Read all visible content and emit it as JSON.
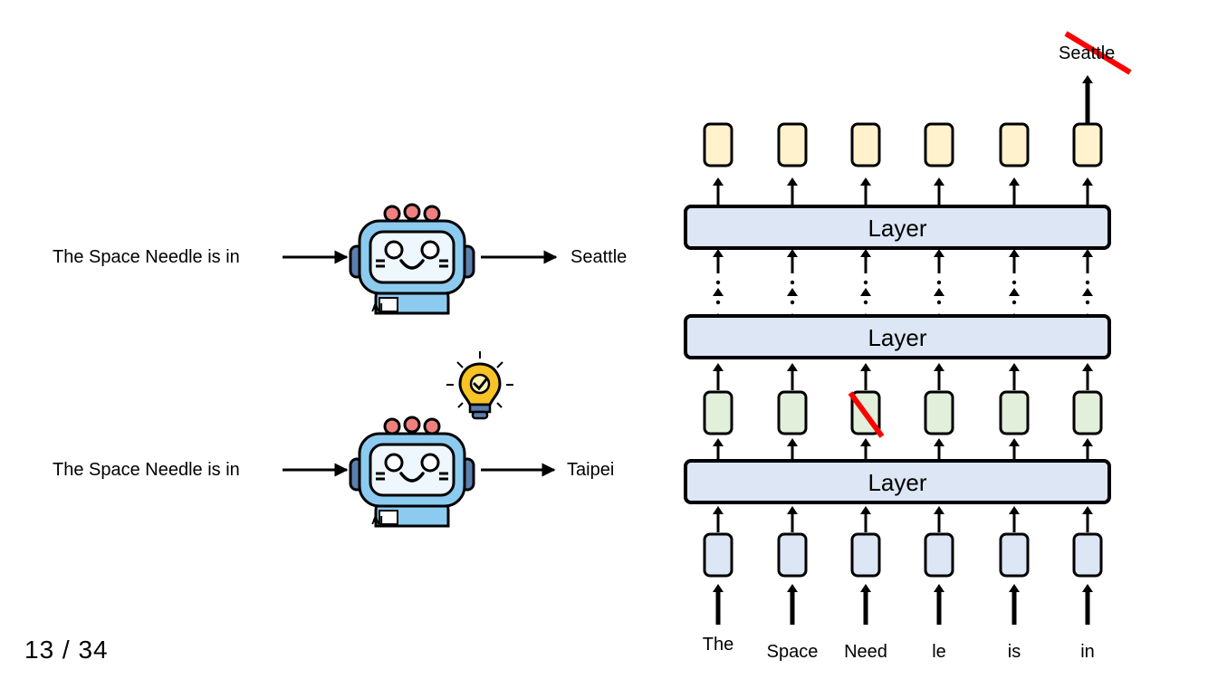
{
  "left_examples": [
    {
      "input": "The Space Needle is in",
      "output": "Seattle"
    },
    {
      "input": "The Space Needle is in",
      "output": "Taipei"
    }
  ],
  "transformer": {
    "layer_labels": [
      "Layer",
      "Layer",
      "Layer"
    ],
    "tokens": [
      "The",
      "Space",
      "Need",
      "le",
      "is",
      "in"
    ],
    "original_prediction": "Seattle",
    "colors": {
      "embedding_fill": "#dce6f4",
      "hidden_fill": "#e2efda",
      "output_fill": "#fff2cc",
      "layer_fill": "#dce6f4",
      "strike": "#ff0000",
      "robot_body": "#8ccbef",
      "bulb": "#f7c325"
    }
  },
  "footer": {
    "page": "13 / 34"
  }
}
